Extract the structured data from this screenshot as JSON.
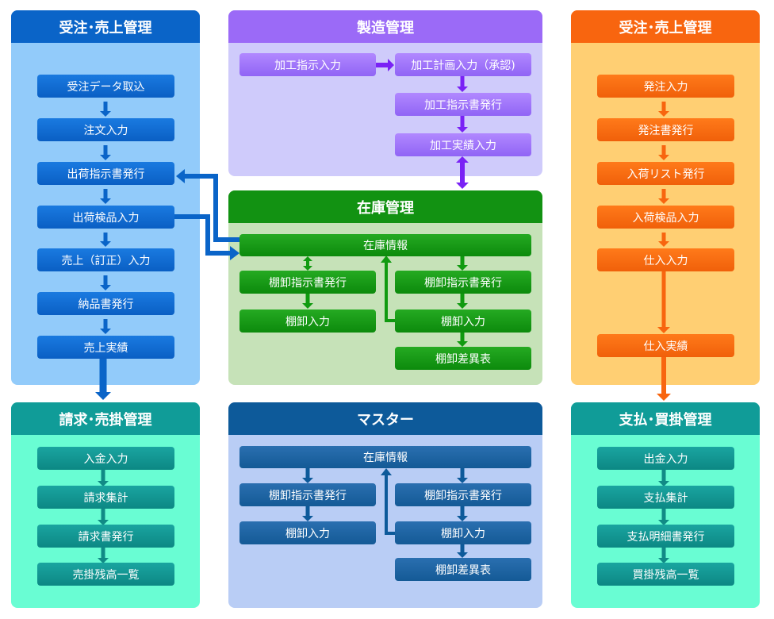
{
  "panels": {
    "order_sales": {
      "title": "受注･売上管理",
      "items": [
        "受注データ取込",
        "注文入力",
        "出荷指示書発行",
        "出荷検品入力",
        "売上（訂正）入力",
        "納品書発行",
        "売上実績"
      ]
    },
    "manufacturing": {
      "title": "製造管理",
      "items": [
        "加工指示入力",
        "加工計画入力（承認)",
        "加工指示書発行",
        "加工実績入力"
      ]
    },
    "purchase": {
      "title": "受注･売上管理",
      "items": [
        "発注入力",
        "発注書発行",
        "入荷リスト発行",
        "入荷検品入力",
        "仕入入力",
        "仕入実績"
      ]
    },
    "inventory": {
      "title": "在庫管理",
      "info": "在庫情報",
      "left": [
        "棚卸指示書発行",
        "棚卸入力"
      ],
      "right": [
        "棚卸指示書発行",
        "棚卸入力",
        "棚卸差異表"
      ]
    },
    "billing": {
      "title": "請求･売掛管理",
      "items": [
        "入金入力",
        "請求集計",
        "請求書発行",
        "売掛残高一覧"
      ]
    },
    "master": {
      "title": "マスター",
      "info": "在庫情報",
      "left": [
        "棚卸指示書発行",
        "棚卸入力"
      ],
      "right": [
        "棚卸指示書発行",
        "棚卸入力",
        "棚卸差異表"
      ]
    },
    "payment": {
      "title": "支払･買掛管理",
      "items": [
        "出金入力",
        "支払集計",
        "支払明細書発行",
        "買掛残高一覧"
      ]
    }
  },
  "colors": {
    "blue": "#0a64c8",
    "purple": "#9b6af7",
    "green": "#129212",
    "orange": "#f8650f",
    "teal": "#109c98",
    "navy": "#0d5a9a",
    "arrow_blue": "#0a64c8",
    "arrow_purple": "#7a22f5",
    "arrow_green": "#109a10",
    "arrow_orange": "#f8650f",
    "arrow_teal": "#118a86",
    "arrow_navy": "#0d5a9a"
  }
}
